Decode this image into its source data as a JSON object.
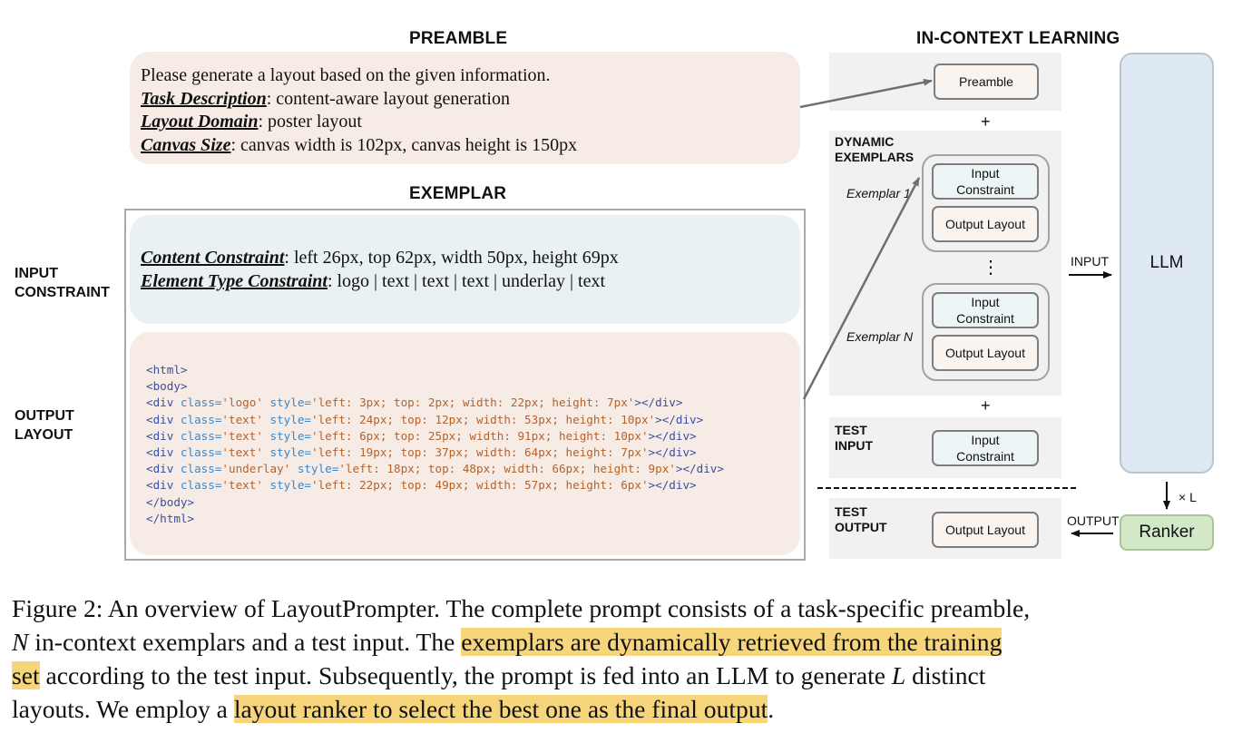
{
  "headings": {
    "preamble": "PREAMBLE",
    "exemplar": "EXEMPLAR",
    "icl": "IN-CONTEXT LEARNING"
  },
  "side_labels": {
    "input_constraint": [
      "INPUT",
      "CONSTRAINT"
    ],
    "output_layout": [
      "OUTPUT",
      "LAYOUT"
    ]
  },
  "preamble": {
    "line1": "Please generate a layout based on the given information.",
    "task_key": "Task Description",
    "task_val": ": content-aware layout generation",
    "domain_key": "Layout Domain",
    "domain_val": ": poster layout",
    "canvas_key": "Canvas Size",
    "canvas_val": ": canvas width is 102px, canvas height is 150px"
  },
  "input_constraint": {
    "content_key": "Content Constraint",
    "content_val": ": left 26px, top 62px, width 50px, height 69px",
    "type_key": "Element Type Constraint",
    "type_val": ": logo | text | text | text | underlay | text"
  },
  "code": {
    "open_html": "<html>",
    "open_body": "<body>",
    "divs": [
      {
        "cls": "'logo'",
        "style": "'left: 3px; top: 2px; width: 22px; height: 7px'"
      },
      {
        "cls": "'text'",
        "style": "'left: 24px; top: 12px; width: 53px; height: 10px'"
      },
      {
        "cls": "'text'",
        "style": "'left: 6px; top: 25px; width: 91px; height: 10px'"
      },
      {
        "cls": "'text'",
        "style": "'left: 19px; top: 37px; width: 64px; height: 7px'"
      },
      {
        "cls": "'underlay'",
        "style": "'left: 18px; top: 48px; width: 66px; height: 9px'"
      },
      {
        "cls": "'text'",
        "style": "'left: 22px; top: 49px; width: 57px; height: 6px'"
      }
    ],
    "div_open": "<div ",
    "class_attr": "class=",
    "style_attr": "style=",
    "div_close": "></div>",
    "close_body": "</body>",
    "close_html": "</html>"
  },
  "icl": {
    "preamble_node": "Preamble",
    "plus": "+",
    "dynamic_exemplars": [
      "DYNAMIC",
      "EXEMPLARS"
    ],
    "exemplar1": "Exemplar 1",
    "exemplarN": "Exemplar N",
    "input_constraint_node": [
      "Input",
      "Constraint"
    ],
    "output_layout_node": "Output Layout",
    "vdots": "⋮",
    "test_input": [
      "TEST",
      "INPUT"
    ],
    "test_output": [
      "TEST",
      "OUTPUT"
    ],
    "input_arrow_label": "INPUT",
    "output_arrow_label": "OUTPUT",
    "llm": "LLM",
    "ranker": "Ranker",
    "times_l": "× L"
  },
  "caption": {
    "p1": "Figure 2: An overview of LayoutPrompter. The complete prompt consists of a task-specific preamble,",
    "n": "N",
    "p2": " in-context exemplars and a test input. The ",
    "hl1a": "exemplars are dynamically retrieved from the training",
    "hl1b": "set",
    "p3": " according to the test input. Subsequently, the prompt is fed into an LLM to generate ",
    "l": "L",
    "p4": " distinct",
    "p5": "layouts. We employ a ",
    "hl2": "layout ranker to select the best one as the final output",
    "p6": "."
  }
}
